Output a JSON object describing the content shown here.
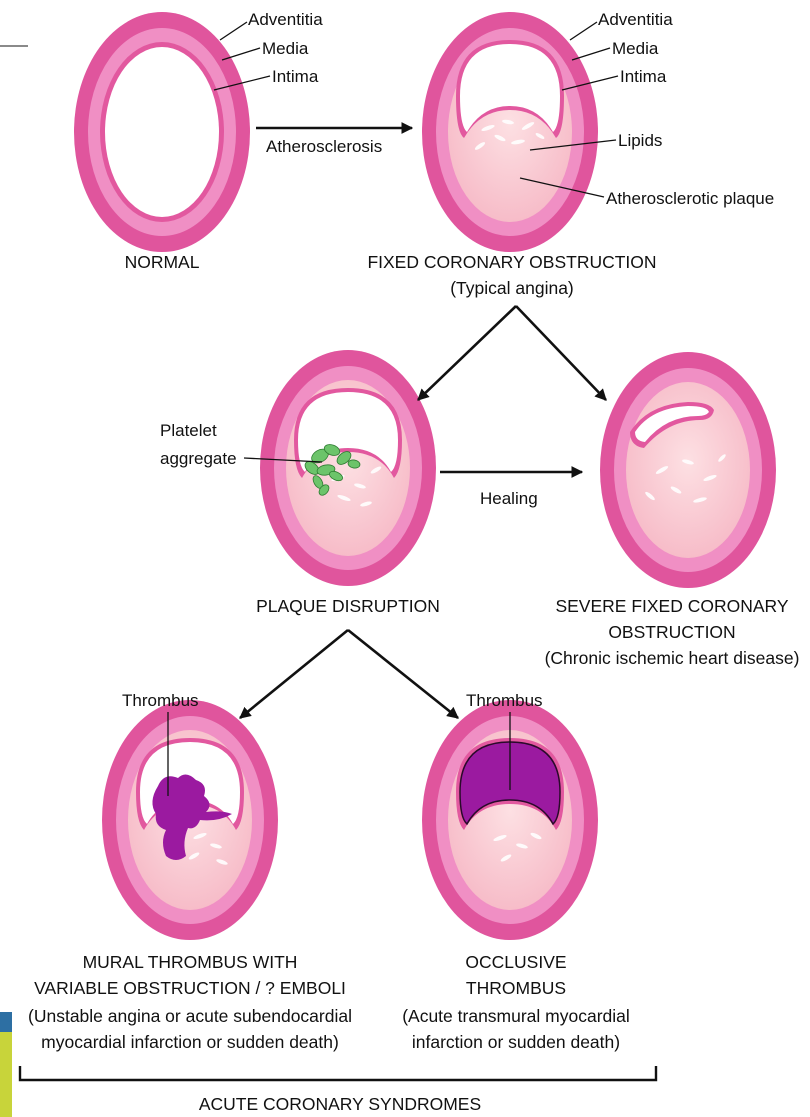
{
  "labels": {
    "adventitia": "Adventitia",
    "media": "Media",
    "intima": "Intima",
    "lipids": "Lipids",
    "atherosclerotic_plaque": "Atherosclerotic plaque",
    "atherosclerosis": "Atherosclerosis",
    "platelet_aggregate_1": "Platelet",
    "platelet_aggregate_2": "aggregate",
    "healing": "Healing",
    "thrombus": "Thrombus"
  },
  "captions": {
    "normal": "NORMAL",
    "fixed_1": "FIXED CORONARY OBSTRUCTION",
    "fixed_2": "(Typical angina)",
    "disruption": "PLAQUE DISRUPTION",
    "severe_1": "SEVERE FIXED CORONARY",
    "severe_2": "OBSTRUCTION",
    "severe_3": "(Chronic ischemic heart disease)",
    "mural_1": "MURAL THROMBUS WITH",
    "mural_2": "VARIABLE OBSTRUCTION / ? EMBOLI",
    "mural_3": "(Unstable angina or acute subendocardial",
    "mural_4": "myocardial infarction or sudden death)",
    "occlusive_1": "OCCLUSIVE",
    "occlusive_2": "THROMBUS",
    "occlusive_3": "(Acute transmural myocardial",
    "occlusive_4": "infarction or sudden death)",
    "acs": "ACUTE CORONARY SYNDROMES"
  },
  "colors": {
    "adventitia": "#e0559d",
    "media": "#f08fc4",
    "intima": "#e2589f",
    "plaque": "#f9c7cf",
    "platelet": "#6cc46a",
    "thrombus": "#9b1aa0",
    "accent_bar": "#2d6fa3",
    "accent_bar2": "#c8d43a"
  }
}
